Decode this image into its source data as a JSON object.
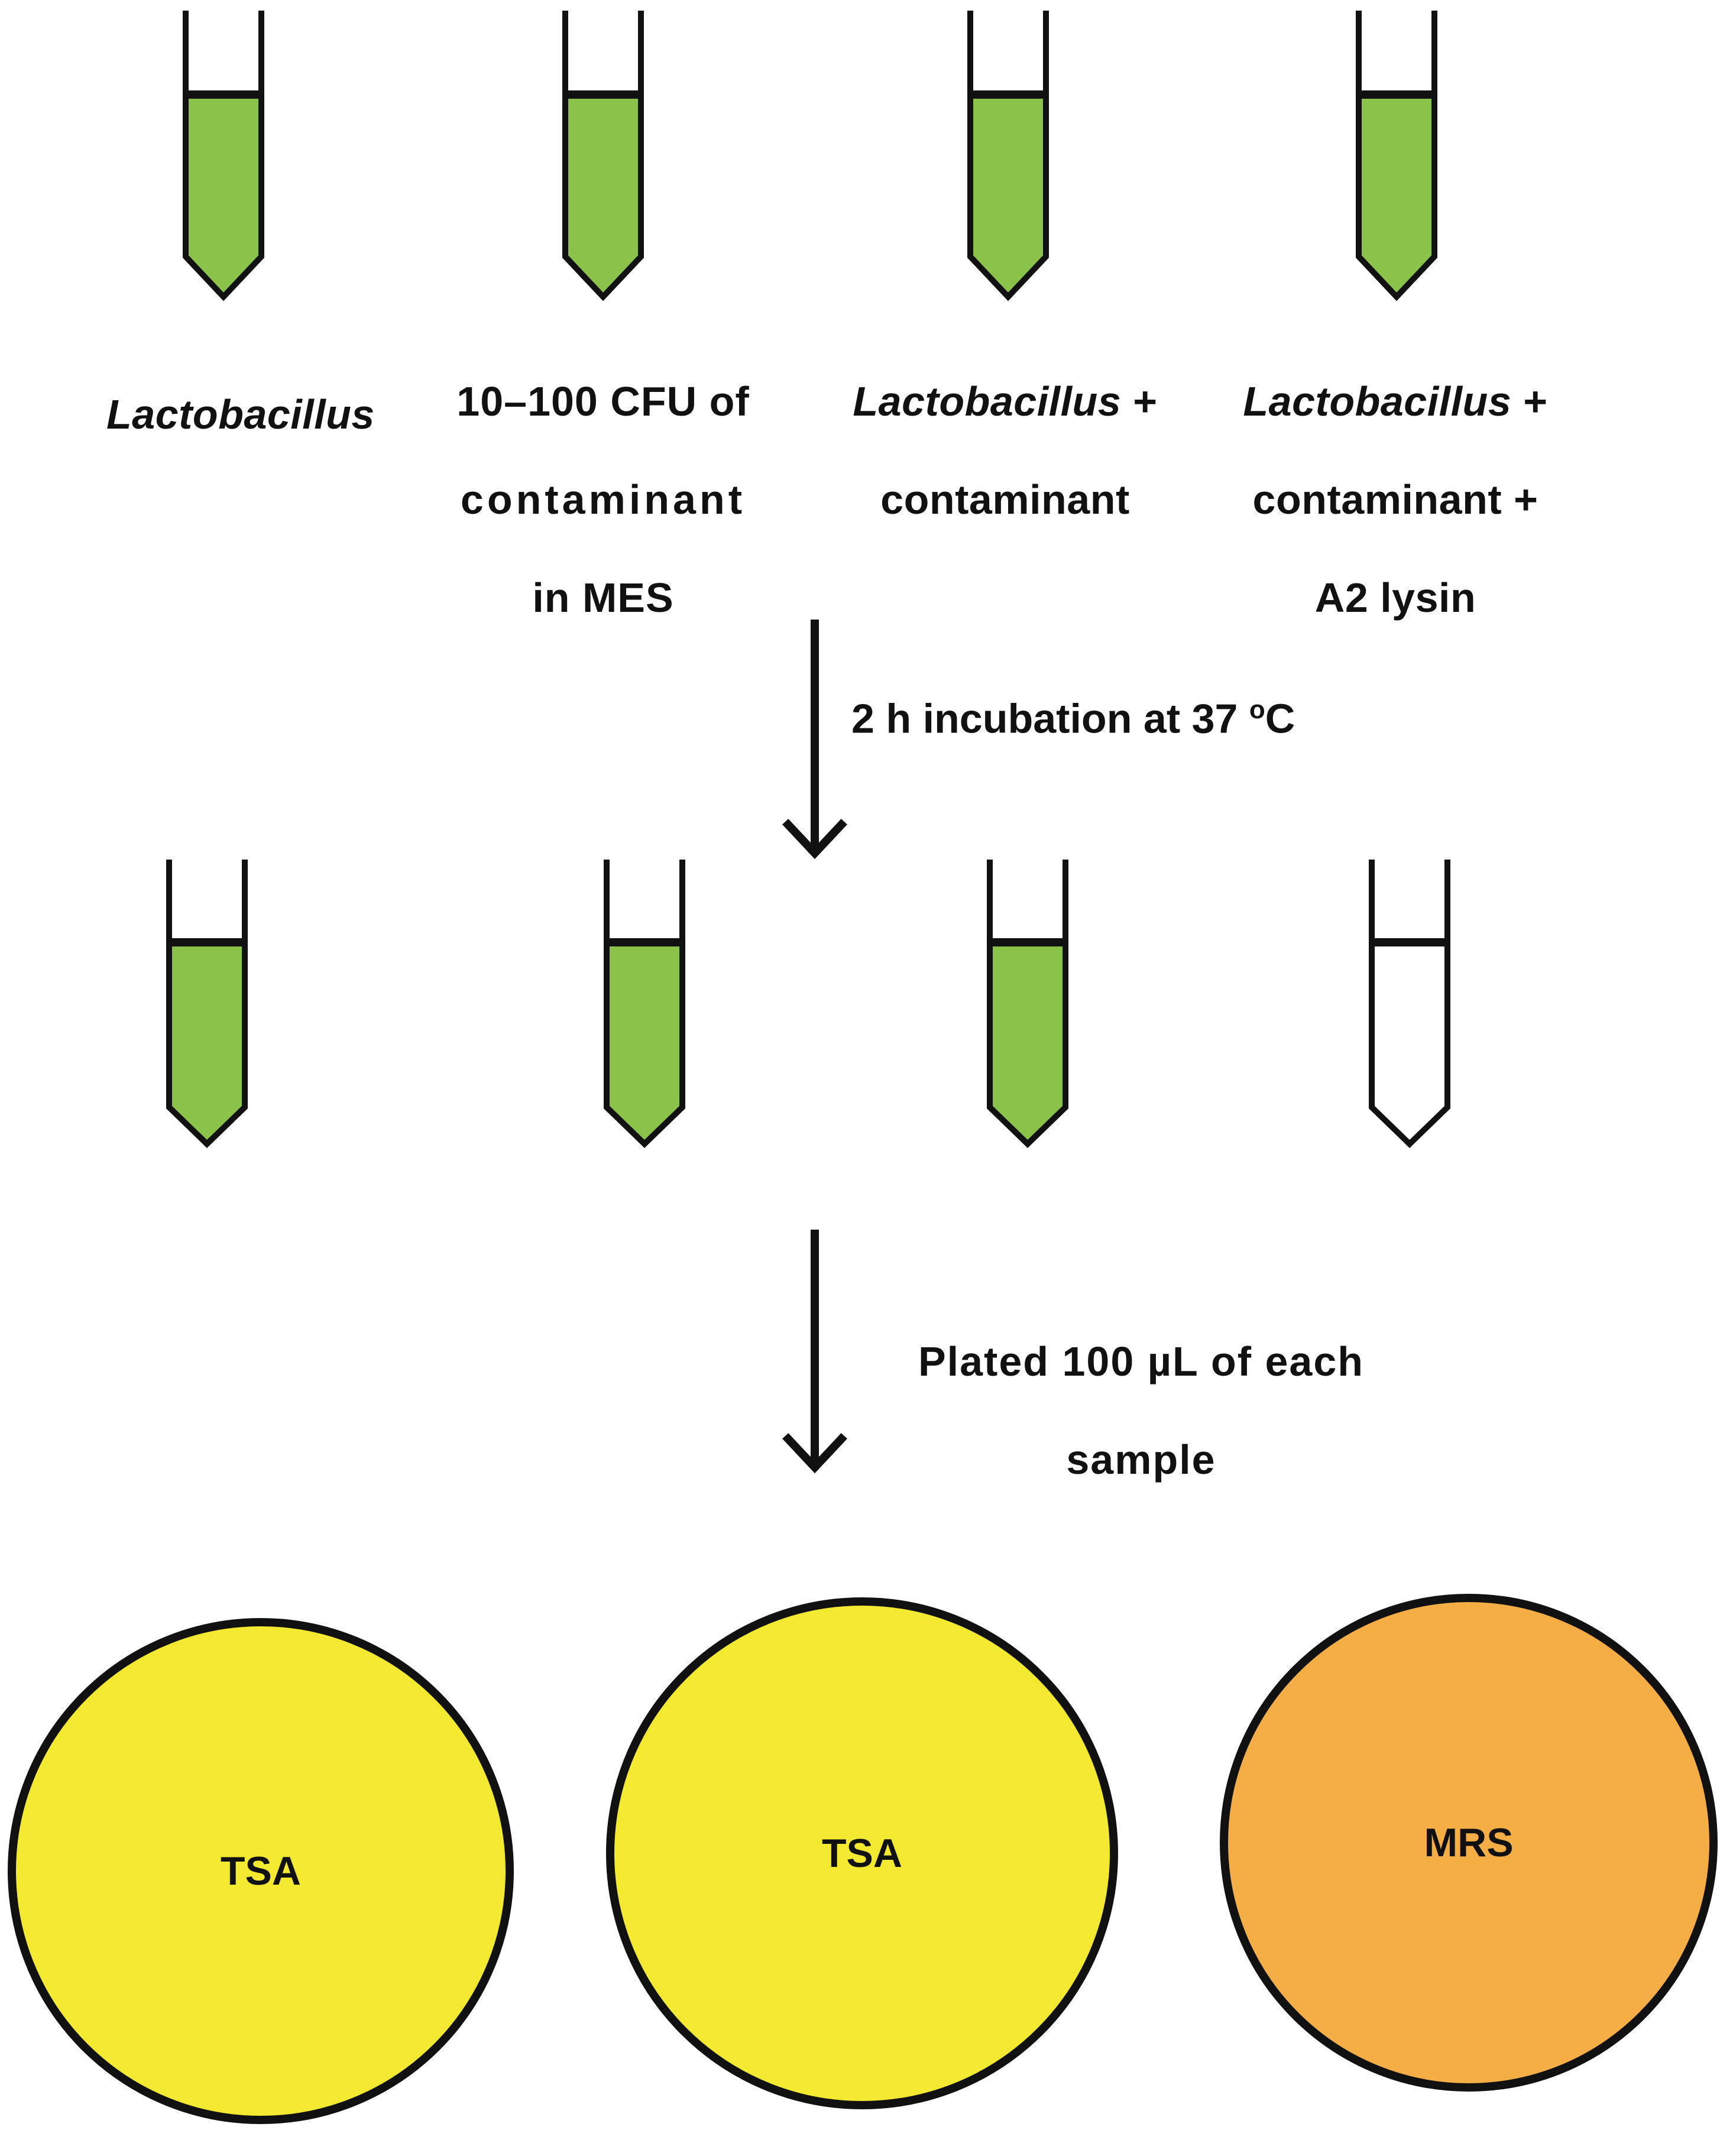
{
  "colors": {
    "tube_fill": "#8BC34A",
    "tube_empty": "#ffffff",
    "outline": "#111111",
    "plate_tsa": "#F2E930",
    "plate_mrs": "#F4AE45"
  },
  "top_tubes": [
    {
      "filled": true,
      "label": {
        "italic": "Lactobacillus",
        "lines": []
      }
    },
    {
      "filled": true,
      "label": {
        "italic": "",
        "lines": [
          "10–100 CFU of",
          "contaminant",
          "in MES"
        ]
      }
    },
    {
      "filled": true,
      "label": {
        "italic": "Lactobacillus",
        "lines": [
          " +",
          "contaminant"
        ]
      }
    },
    {
      "filled": true,
      "label": {
        "italic": "Lactobacillus",
        "lines": [
          " +",
          "contaminant +",
          "A2 lysin"
        ]
      }
    }
  ],
  "step1": {
    "text": "2 h incubation at 37 ",
    "sup": "o",
    "suffix": "C"
  },
  "bottom_tubes": [
    {
      "filled": true
    },
    {
      "filled": true
    },
    {
      "filled": true
    },
    {
      "filled": false
    }
  ],
  "step2": {
    "lines": [
      "Plated 100 µL of each",
      "sample"
    ]
  },
  "plates": [
    {
      "label": "TSA",
      "medium": "tsa"
    },
    {
      "label": "TSA",
      "medium": "tsa"
    },
    {
      "label": "MRS",
      "medium": "mrs"
    }
  ]
}
